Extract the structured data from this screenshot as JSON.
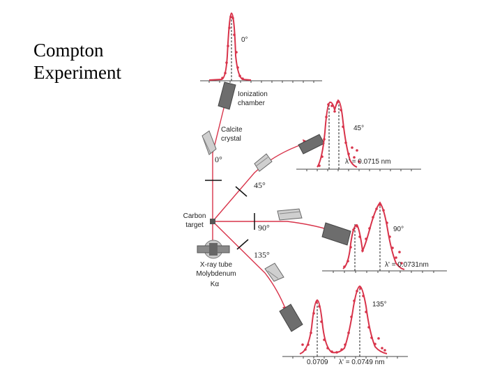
{
  "title": {
    "line1": "Compton",
    "line2": "Experiment"
  },
  "labels": {
    "ionization": [
      "Ionization",
      "chamber"
    ],
    "calcite": [
      "Calcite",
      "crystal"
    ],
    "carbon": [
      "Carbon",
      "target"
    ],
    "xray": [
      "X-ray tube",
      "Molybdenum",
      "Kα"
    ]
  },
  "angles": {
    "a0": "0°",
    "a45": "45°",
    "a90": "90°",
    "a135": "135°"
  },
  "plots": {
    "p0": {
      "angle": "0°"
    },
    "p45": {
      "angle": "45°",
      "lambda": "λ' = 0.0715 nm"
    },
    "p90": {
      "angle": "90°",
      "lambda": "λ' = 0.0731nm"
    },
    "p135": {
      "angle": "135°",
      "lambda0": "0.0709",
      "lambda": "λ' = 0.0749 nm"
    }
  },
  "colors": {
    "beam": "#d8334a",
    "detector": "#6d6d6d",
    "crystal": "#cfcfcf"
  }
}
